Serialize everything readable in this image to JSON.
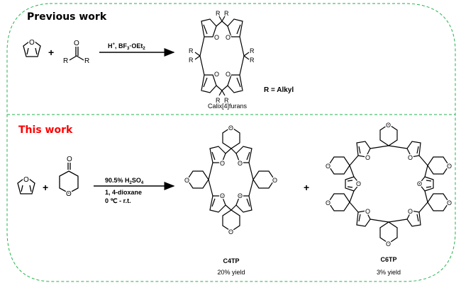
{
  "sections": {
    "previous": {
      "title": "Previous work",
      "conditions": {
        "line1_pre": "H",
        "line1_sup": "+",
        "line1_mid": ", BF",
        "line1_sub": "3",
        "line1_post": "·OEt",
        "line1_sub2": "2"
      },
      "ketone_substituent": "R",
      "carbonyl_atom": "O",
      "furan_atom": "O",
      "product_substituent": "R",
      "r_definition": "R = Alkyl",
      "product_name": "Calix[4]furans",
      "plus": "+"
    },
    "this": {
      "title": "This work",
      "conditions": {
        "acid_pre": "90.5% H",
        "acid_sub1": "2",
        "acid_mid": "SO",
        "acid_sub2": "4",
        "solvent": "1, 4-dioxane",
        "temperature": "0 ℃ - r.t."
      },
      "plus": "+",
      "products": [
        {
          "name": "C4TP",
          "yield": "20% yield"
        },
        {
          "name": "C6TP",
          "yield": "3% yield"
        }
      ]
    }
  },
  "colors": {
    "border": "#22b14c",
    "highlight": "#ff0000",
    "ink": "#000000"
  }
}
